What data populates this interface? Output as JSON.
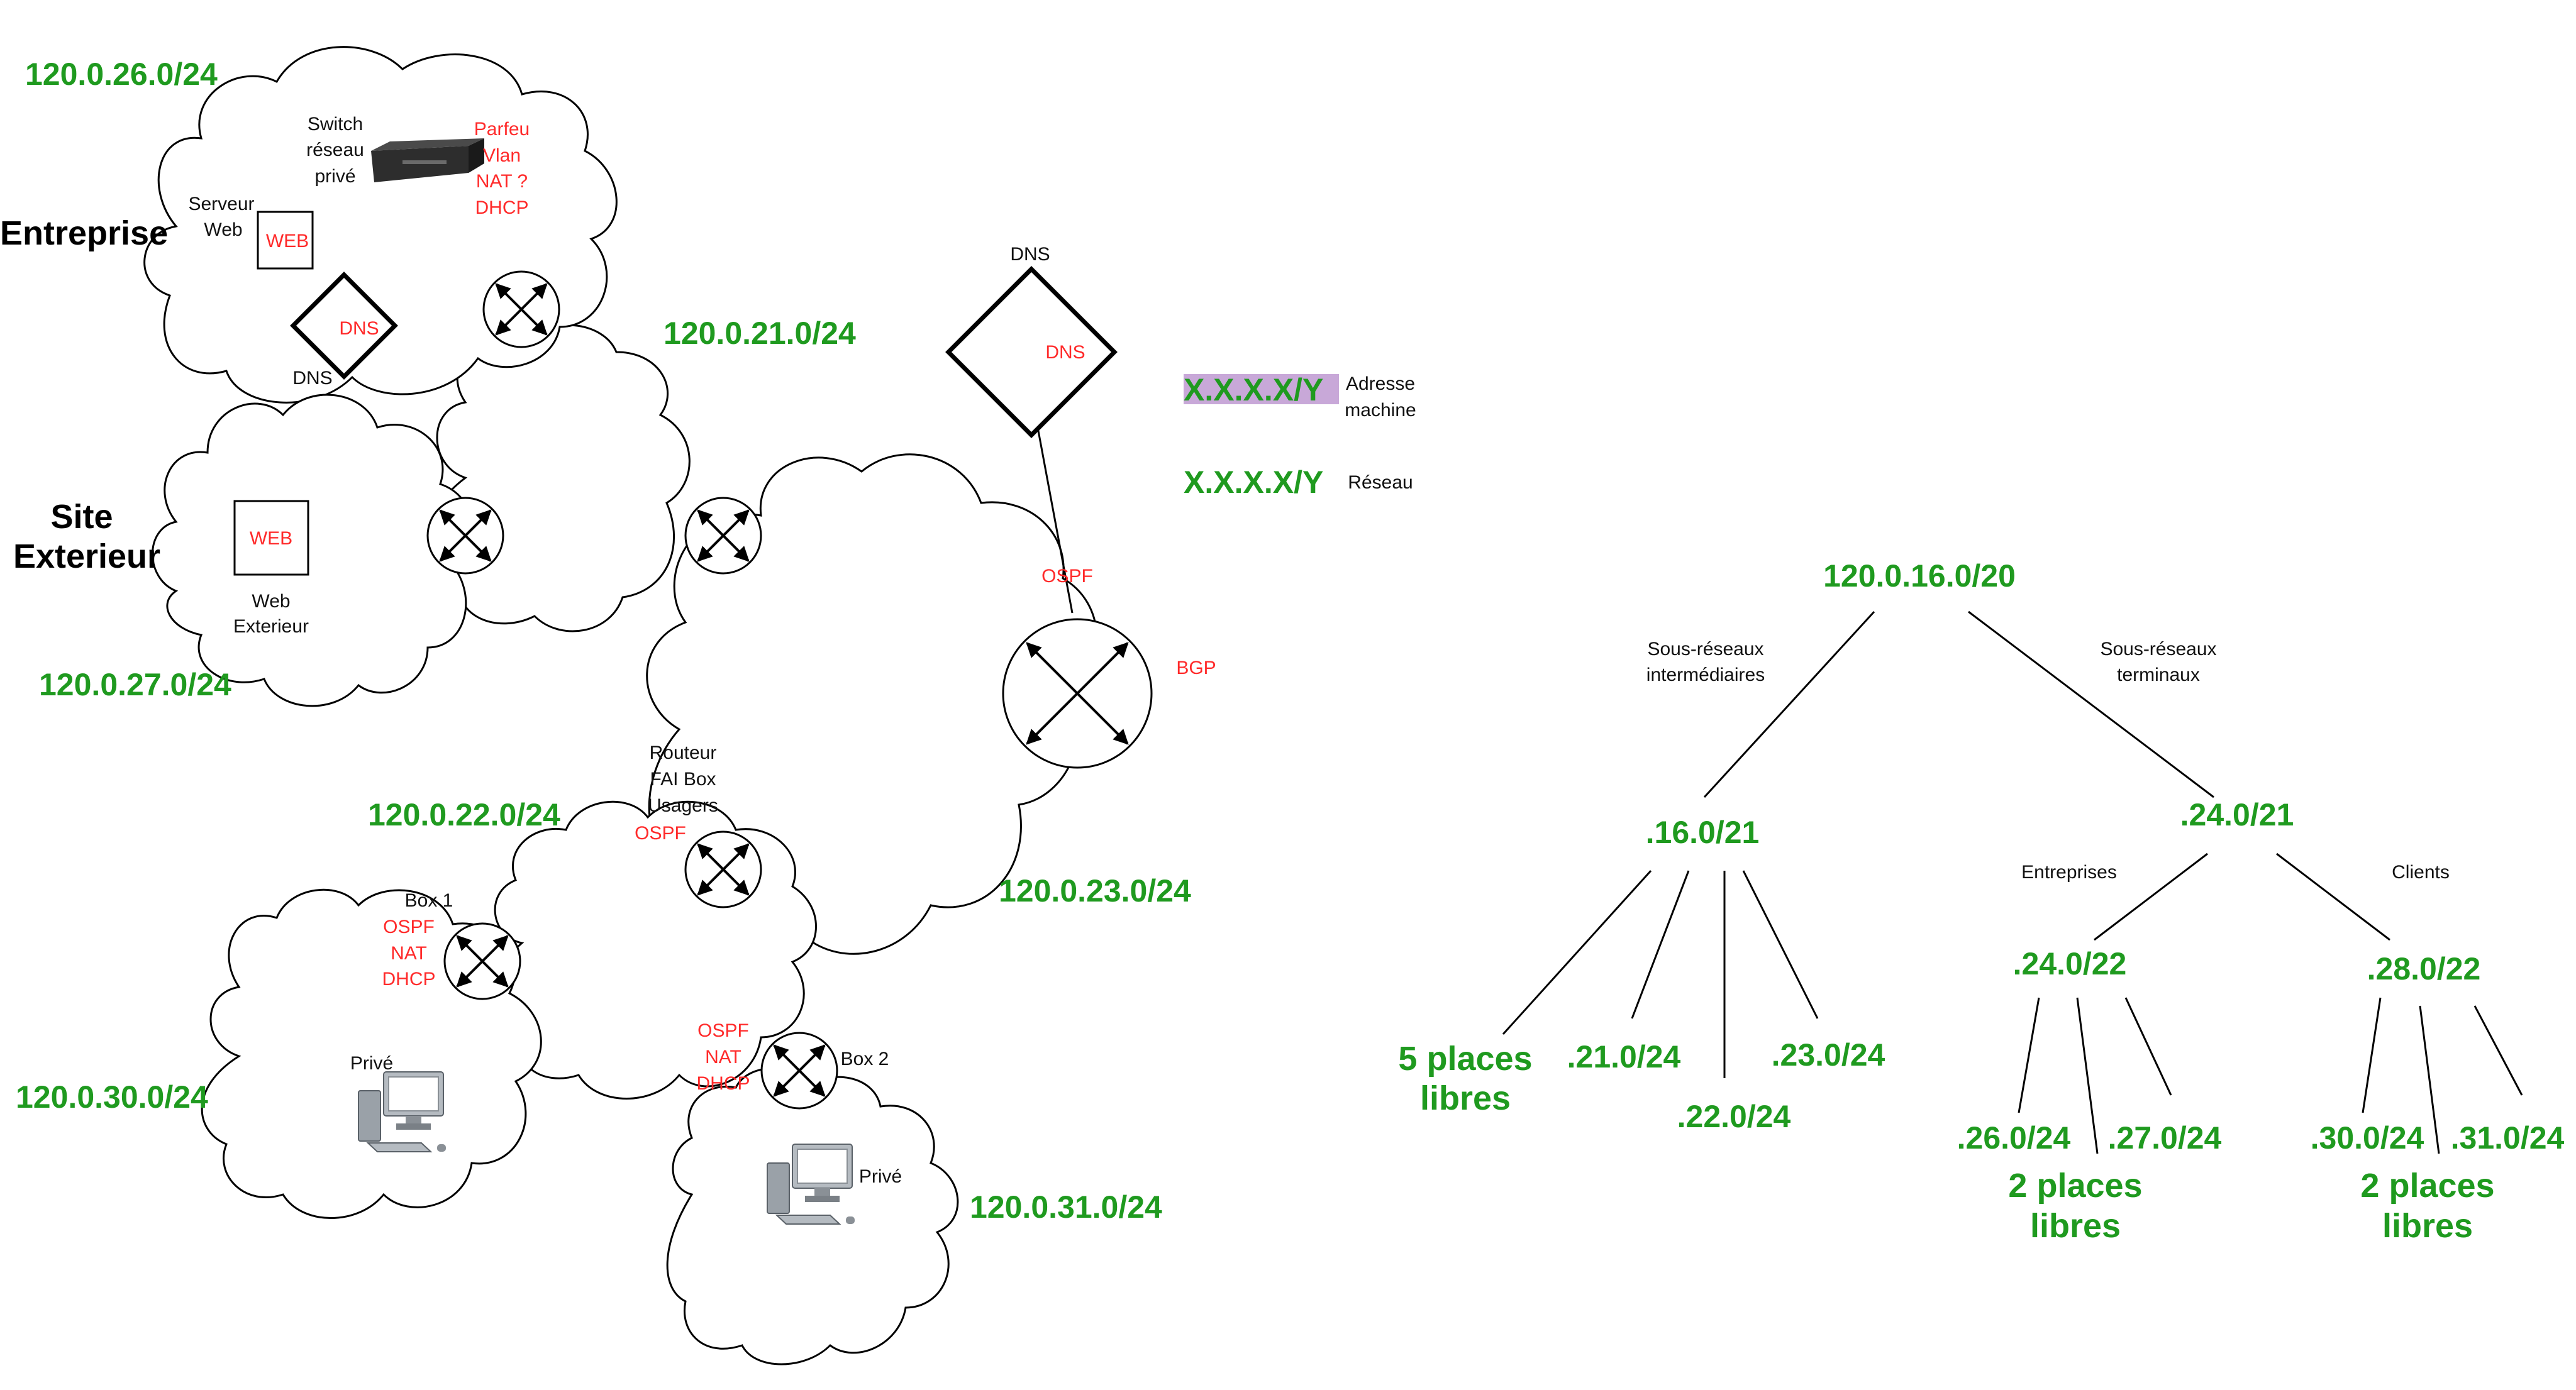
{
  "colors": {
    "network": "#1f9a1f",
    "protocol": "#ff2a2a",
    "label": "#111111",
    "highlight": "#c8a8d8"
  },
  "networks": {
    "n26": "120.0.26.0/24",
    "n21": "120.0.21.0/24",
    "n27": "120.0.27.0/24",
    "n22": "120.0.22.0/24",
    "n23": "120.0.23.0/24",
    "n30": "120.0.30.0/24",
    "n31": "120.0.31.0/24"
  },
  "sites": {
    "entreprise": "Entreprise",
    "site_ext_1": "Site",
    "site_ext_2": "Exterieur"
  },
  "entreprise": {
    "switch_1": "Switch",
    "switch_2": "réseau",
    "switch_3": "privé",
    "fw_1": "Parfeu",
    "fw_2": "Vlan",
    "fw_3": "NAT ?",
    "fw_4": "DHCP",
    "srv_1": "Serveur",
    "srv_2": "Web",
    "web": "WEB",
    "dns": "DNS",
    "dns_caption": "DNS"
  },
  "exterieur": {
    "web": "WEB",
    "cap_1": "Web",
    "cap_2": "Exterieur"
  },
  "core": {
    "dns_caption": "DNS",
    "dns": "DNS",
    "ospf": "OSPF",
    "bgp": "BGP",
    "fai_1": "Routeur",
    "fai_2": "FAI Box",
    "fai_3": "Usagers",
    "fai_ospf": "OSPF"
  },
  "box1": {
    "label": "Box 1",
    "p1": "OSPF",
    "p2": "NAT",
    "p3": "DHCP",
    "prive": "Privé"
  },
  "box2": {
    "label": "Box 2",
    "p1": "OSPF",
    "p2": "NAT",
    "p3": "DHCP",
    "prive": "Privé"
  },
  "legend": {
    "host_code": "X.X.X.X/Y",
    "host_1": "Adresse",
    "host_2": "machine",
    "net_code": "X.X.X.X/Y",
    "net_label": "Réseau"
  },
  "tree": {
    "root": "120.0.16.0/20",
    "left_1": "Sous-réseaux",
    "left_2": "intermédiaires",
    "right_1": "Sous-réseaux",
    "right_2": "terminaux",
    "n16": ".16.0/21",
    "n24": ".24.0/21",
    "entreprises": "Entreprises",
    "clients": "Clients",
    "n24_22": ".24.0/22",
    "n28_22": ".28.0/22",
    "free5_1": "5 places",
    "free5_2": "libres",
    "l21": ".21.0/24",
    "l22": ".22.0/24",
    "l23": ".23.0/24",
    "l26": ".26.0/24",
    "l27": ".27.0/24",
    "l30": ".30.0/24",
    "l31": ".31.0/24",
    "freeA_1": "2 places",
    "freeA_2": "libres",
    "freeB_1": "2 places",
    "freeB_2": "libres"
  }
}
